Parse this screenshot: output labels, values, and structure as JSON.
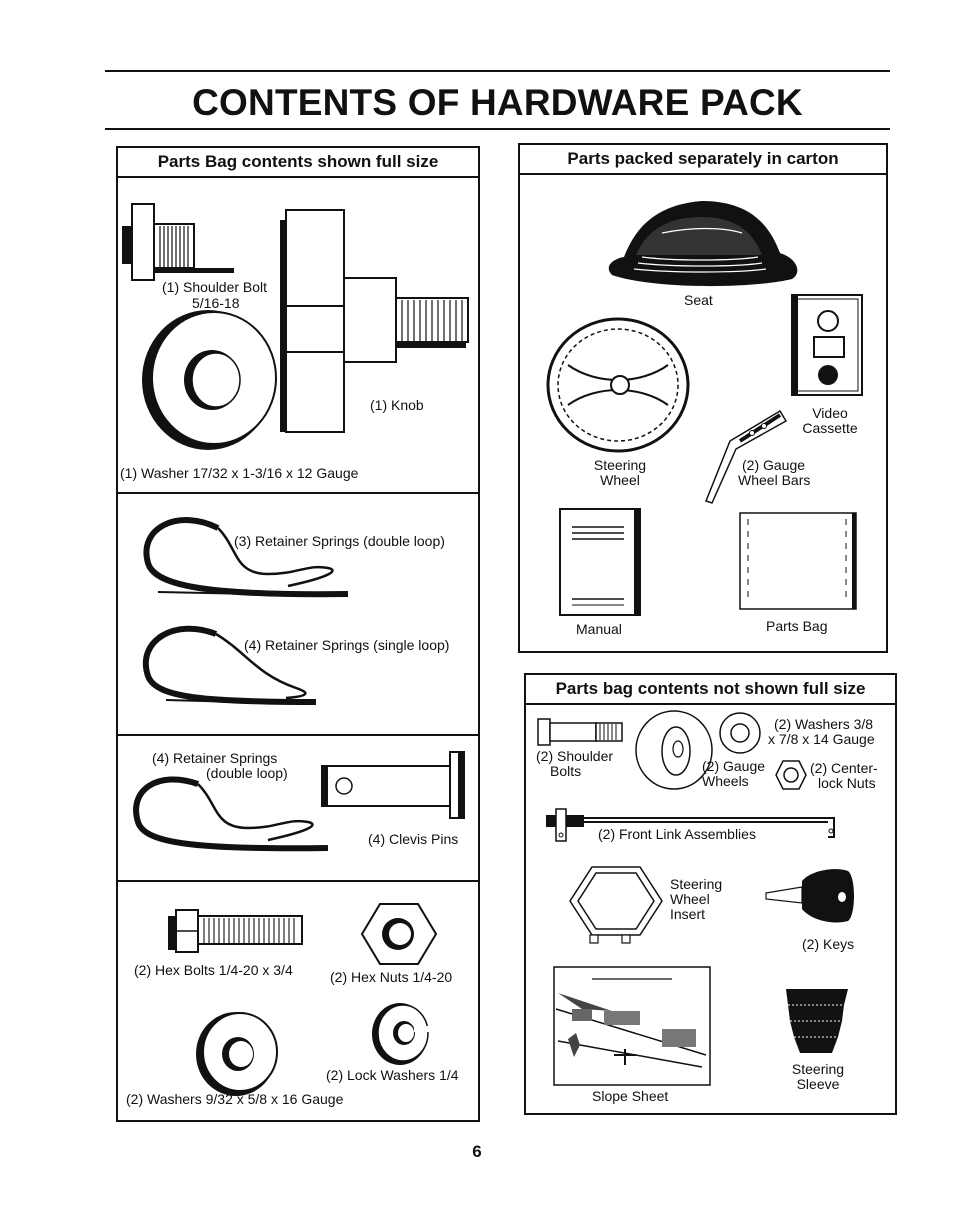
{
  "page": {
    "title": "CONTENTS OF HARDWARE PACK",
    "page_number": "6"
  },
  "left_panel": {
    "header": "Parts Bag contents shown full size",
    "shoulder_bolt": {
      "label": "(1) Shoulder Bolt",
      "size": "5/16-18"
    },
    "knob": "(1) Knob",
    "washer": "(1) Washer  17/32 x 1-3/16 x 12 Gauge",
    "retainer_double": "(3)  Retainer Springs (double loop)",
    "retainer_single": "(4)  Retainer Springs (single loop)",
    "retainer_double_b": {
      "line1": "(4)  Retainer Springs",
      "line2": "(double loop)"
    },
    "clevis_pins": "(4) Clevis Pins",
    "hex_bolts": "(2) Hex Bolts  1/4-20 x 3/4",
    "hex_nuts": "(2) Hex Nuts  1/4-20",
    "lock_washers": "(2) Lock Washers  1/4",
    "washers_small": "(2) Washers  9/32  x 5/8 x 16 Gauge"
  },
  "right_top_panel": {
    "header": "Parts packed separately in carton",
    "seat": "Seat",
    "video": {
      "line1": "Video",
      "line2": "Cassette"
    },
    "steering_wheel": {
      "line1": "Steering",
      "line2": "Wheel"
    },
    "gauge_bars": {
      "line1": "(2) Gauge",
      "line2": "Wheel Bars"
    },
    "manual": "Manual",
    "parts_bag": "Parts Bag"
  },
  "right_bottom_panel": {
    "header": "Parts bag contents not shown full size",
    "shoulder_bolts": {
      "line1": "(2) Shoulder",
      "line2": "Bolts"
    },
    "washers": {
      "line1": "(2) Washers  3/8",
      "line2": "x 7/8 x 14 Gauge"
    },
    "gauge_wheels": {
      "line1": "(2) Gauge",
      "line2": "Wheels"
    },
    "center_nuts": {
      "line1": "(2) Center-",
      "line2": "lock Nuts"
    },
    "front_link": "(2) Front Link Assemblies",
    "insert": {
      "line1": "Steering",
      "line2": "Wheel",
      "line3": "Insert"
    },
    "keys": "(2) Keys",
    "slope_sheet": "Slope Sheet",
    "sleeve": {
      "line1": "Steering",
      "line2": "Sleeve"
    }
  }
}
